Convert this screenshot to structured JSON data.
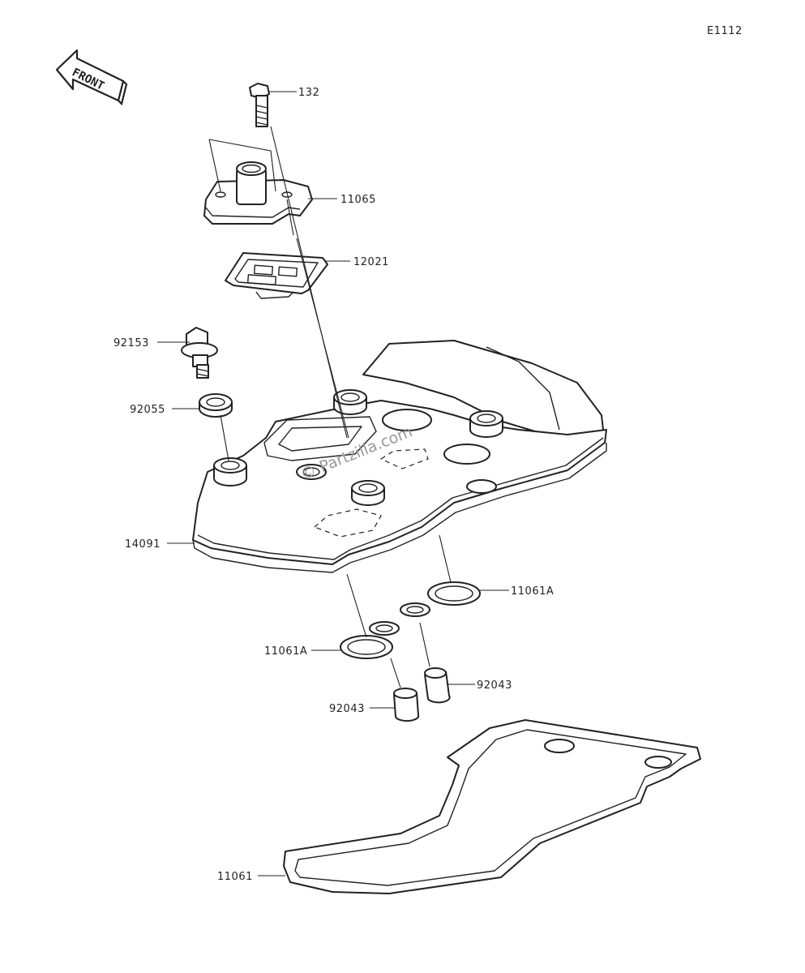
{
  "diagram_code": "E1112",
  "front_label": "FRONT",
  "watermark": "© Partzilla.com",
  "callouts": [
    {
      "id": "c132",
      "part": "132"
    },
    {
      "id": "c11065",
      "part": "11065"
    },
    {
      "id": "c12021",
      "part": "12021"
    },
    {
      "id": "c92153",
      "part": "92153"
    },
    {
      "id": "c92055",
      "part": "92055"
    },
    {
      "id": "c14091",
      "part": "14091"
    },
    {
      "id": "c11061a_r",
      "part": "11061A"
    },
    {
      "id": "c11061a_l",
      "part": "11061A"
    },
    {
      "id": "c92043_r",
      "part": "92043"
    },
    {
      "id": "c92043_l",
      "part": "92043"
    },
    {
      "id": "c11061",
      "part": "11061"
    }
  ]
}
